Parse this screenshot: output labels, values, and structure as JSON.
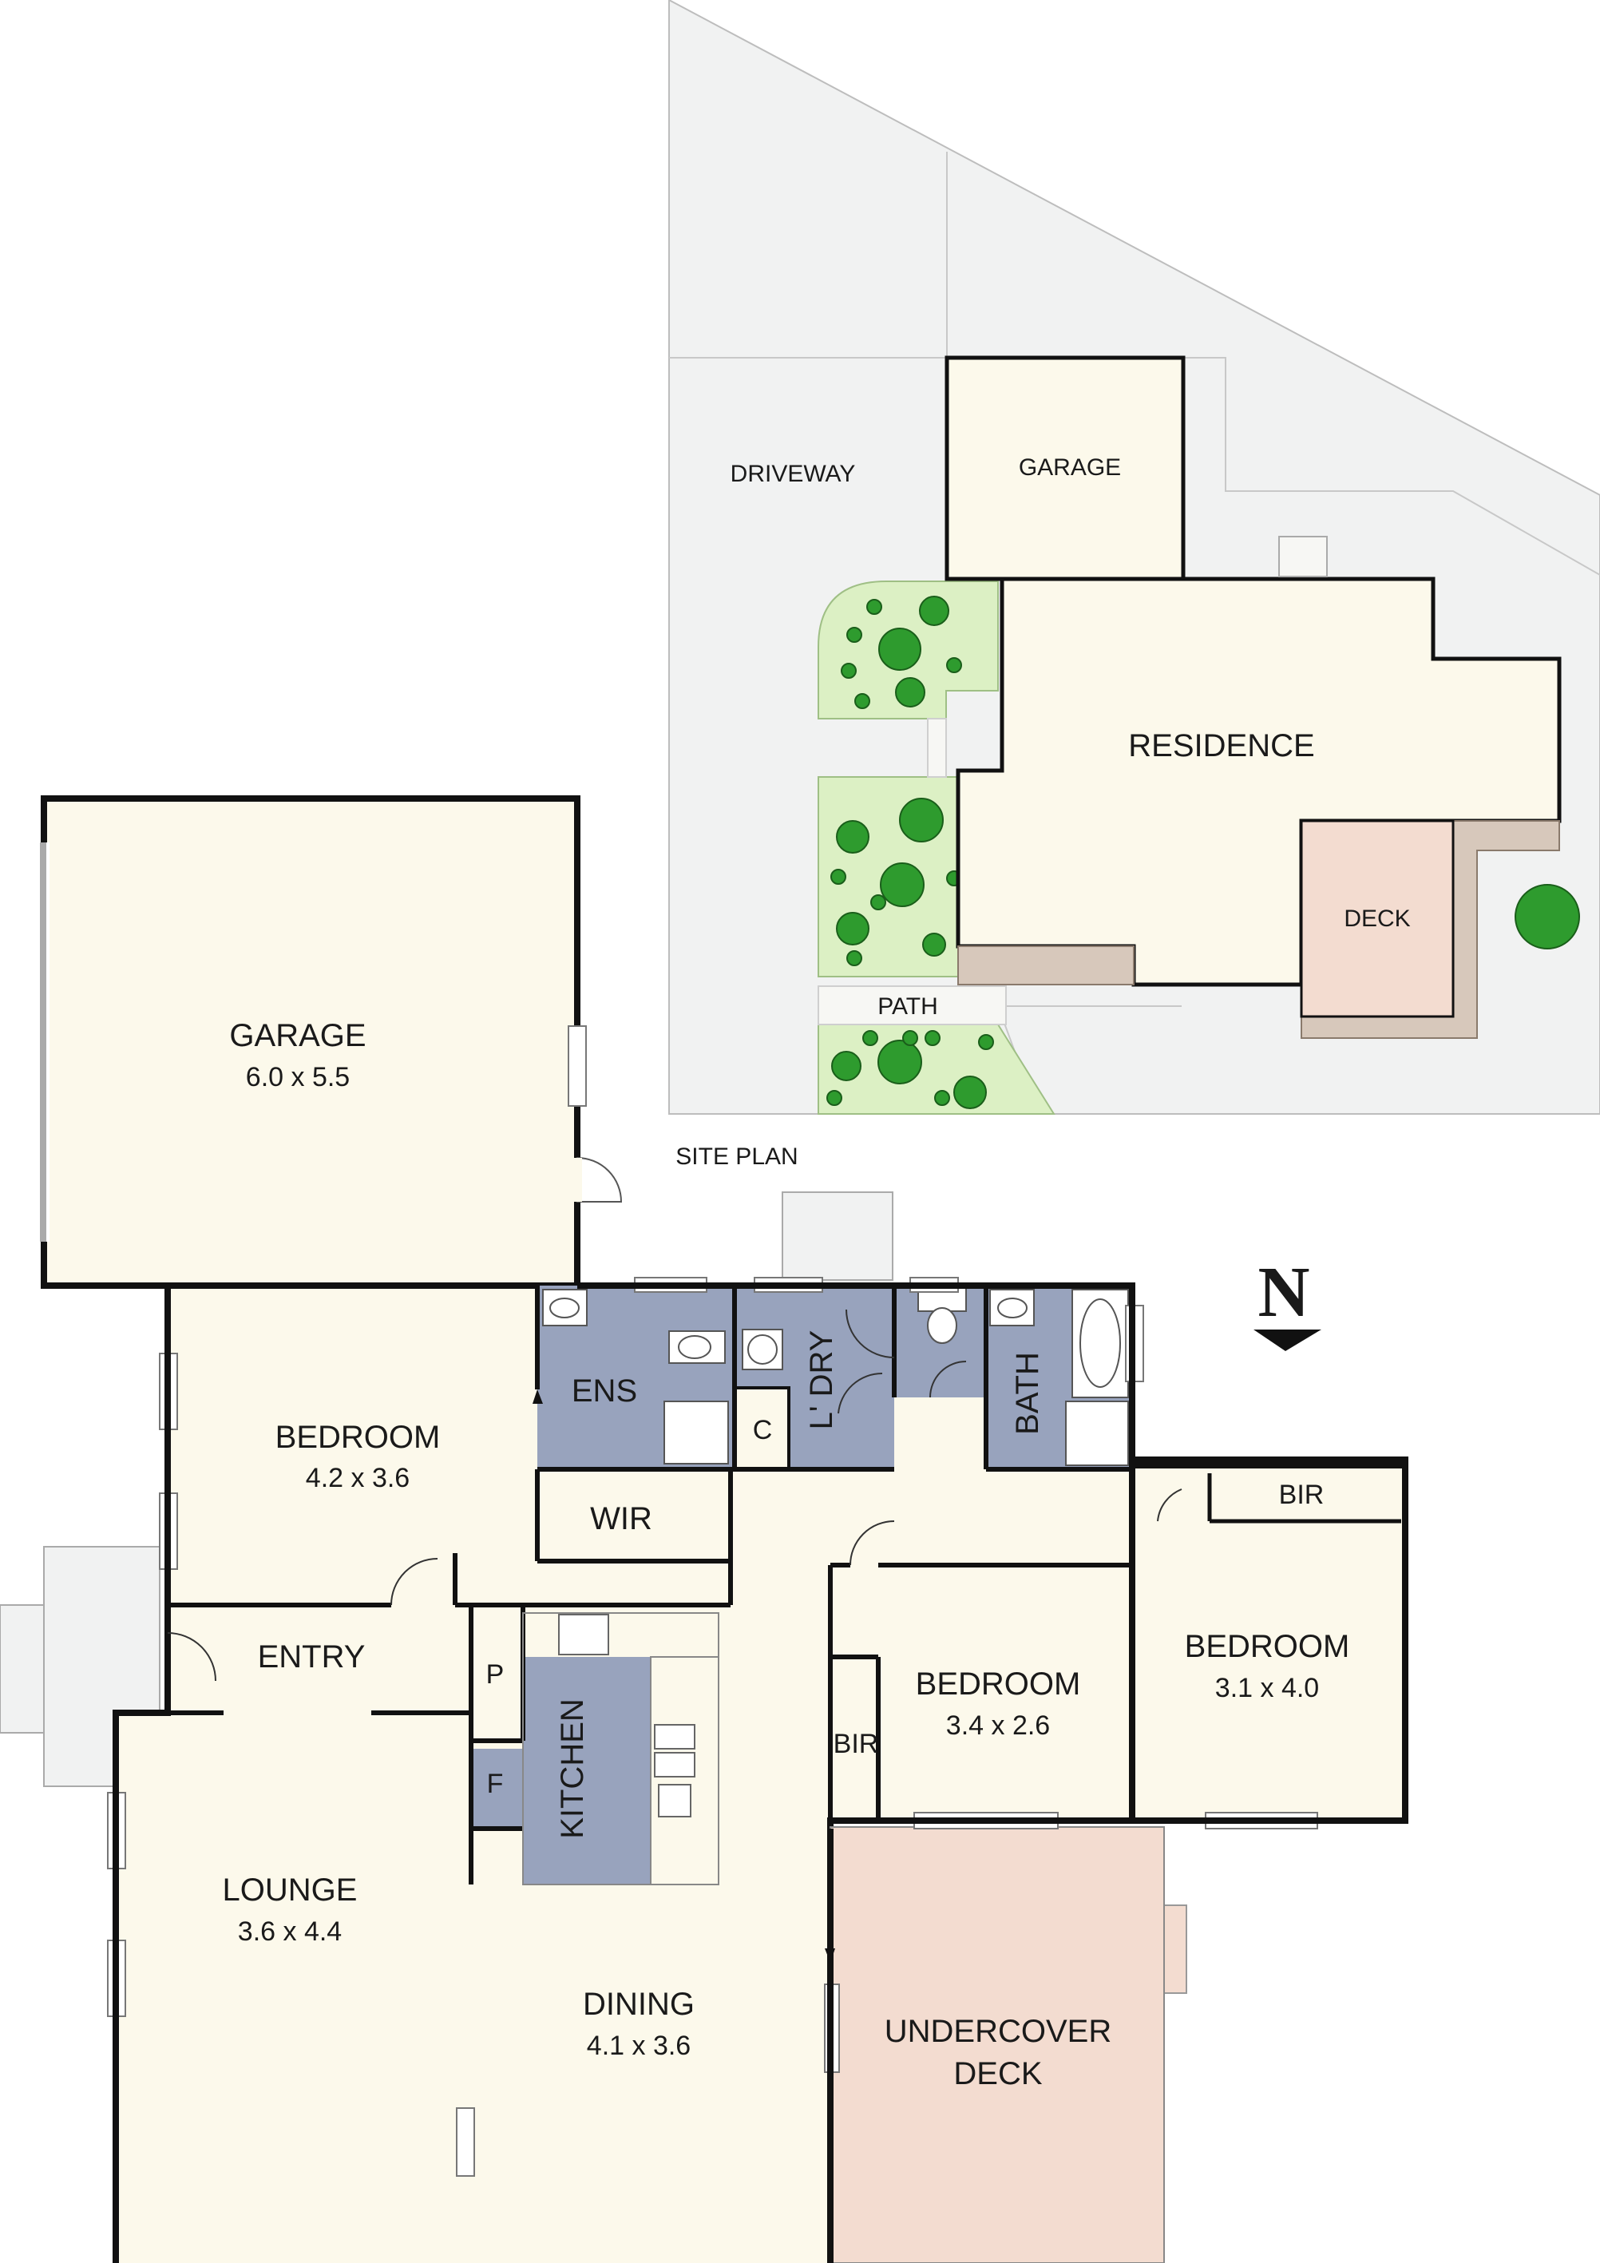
{
  "site_plan": {
    "caption": "SITE PLAN",
    "labels": {
      "driveway": "DRIVEWAY",
      "garage": "GARAGE",
      "residence": "RESIDENCE",
      "deck": "DECK",
      "path": "PATH"
    }
  },
  "compass": {
    "letter": "N"
  },
  "rooms": {
    "garage": {
      "name": "GARAGE",
      "dims": "6.0 x 5.5"
    },
    "bedroom_main": {
      "name": "BEDROOM",
      "dims": "4.2 x 3.6"
    },
    "ens": {
      "name": "ENS"
    },
    "laundry": {
      "name": "L' DRY"
    },
    "bath": {
      "name": "BATH"
    },
    "wir": {
      "name": "WIR"
    },
    "cupboard": {
      "name": "C"
    },
    "entry": {
      "name": "ENTRY"
    },
    "pantry": {
      "name": "P"
    },
    "fridge": {
      "name": "F"
    },
    "kitchen": {
      "name": "KITCHEN"
    },
    "lounge": {
      "name": "LOUNGE",
      "dims": "3.6 x 4.4"
    },
    "dining": {
      "name": "DINING",
      "dims": "4.1 x 3.6"
    },
    "bedroom_2": {
      "name": "BEDROOM",
      "dims": "3.4 x 2.6"
    },
    "bir_2": {
      "name": "BIR"
    },
    "bedroom_3": {
      "name": "BEDROOM",
      "dims": "3.1 x 4.0"
    },
    "bir_3": {
      "name": "BIR"
    },
    "deck": {
      "name_line1": "UNDERCOVER",
      "name_line2": "DECK"
    }
  },
  "colors": {
    "floor": "#fcf9eb",
    "wet_area": "#98a3bd",
    "deck": "#f3dcd0",
    "site_ground": "#f1f2f2",
    "garden": "#dcf0c4",
    "wall": "#111111"
  }
}
